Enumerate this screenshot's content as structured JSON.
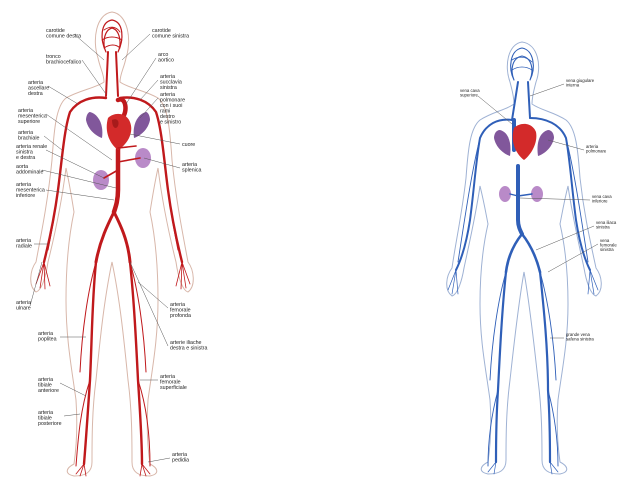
{
  "colors": {
    "artery": "#c0191c",
    "vein": "#2f5fb8",
    "body_outline_arterial": "#d8b7aa",
    "body_outline_venous": "#9fb2d4",
    "heart": "#d32a2a",
    "lung": "#6b3a8a",
    "kidney": "#b98ac8"
  },
  "arterial": {
    "left_labels": [
      {
        "id": "tronco",
        "lines": [
          "tronco",
          "brachiocefalico"
        ]
      },
      {
        "id": "succlavia-dx",
        "lines": [
          "arteria",
          "ascellare",
          "destra"
        ]
      },
      {
        "id": "mesenterica-sup",
        "lines": [
          "arteria",
          "mesenterica",
          "superiore"
        ]
      },
      {
        "id": "brachiale",
        "lines": [
          "arteria",
          "brachiale"
        ]
      },
      {
        "id": "renale",
        "lines": [
          "arteria renale",
          "sinistra",
          "e destra"
        ]
      },
      {
        "id": "aorta-addominale",
        "lines": [
          "aorta",
          "addominale"
        ]
      },
      {
        "id": "mesenterica-inf",
        "lines": [
          "arteria",
          "mesenterica",
          "inferiore"
        ]
      },
      {
        "id": "radiale",
        "lines": [
          "arteria",
          "radiale"
        ]
      },
      {
        "id": "ulnare",
        "lines": [
          "arteria",
          "ulnare"
        ]
      },
      {
        "id": "poplitea",
        "lines": [
          "arteria",
          "poplitea"
        ]
      },
      {
        "id": "tibiale-ant",
        "lines": [
          "arteria",
          "tibiale",
          "anteriore"
        ]
      },
      {
        "id": "tibiale-post",
        "lines": [
          "arteria",
          "tibiale",
          "posteriore"
        ]
      }
    ],
    "right_labels": [
      {
        "id": "carotide-sx",
        "lines": [
          "carotide",
          "comune sinistra"
        ]
      },
      {
        "id": "arco-aortico",
        "lines": [
          "arco",
          "aortico"
        ]
      },
      {
        "id": "succlavia-sx",
        "lines": [
          "arteria",
          "succlavia",
          "sinistra"
        ]
      },
      {
        "id": "polmonare",
        "lines": [
          "arteria",
          "polmonare",
          "con i suoi",
          "rami",
          "destro",
          "e sinistro"
        ]
      },
      {
        "id": "cuore",
        "lines": [
          "cuore"
        ]
      },
      {
        "id": "splenica",
        "lines": [
          "arteria",
          "splenica"
        ]
      },
      {
        "id": "femorale-prof",
        "lines": [
          "arteria",
          "femorale",
          "profonda"
        ]
      },
      {
        "id": "iliache",
        "lines": [
          "arterie iliache",
          "destra e sinistra"
        ]
      },
      {
        "id": "femorale-sup",
        "lines": [
          "arteria",
          "femorale",
          "superficiale"
        ]
      },
      {
        "id": "pedidia",
        "lines": [
          "arteria",
          "pedidia"
        ]
      }
    ],
    "top_left_label": {
      "id": "carotide-dx",
      "lines": [
        "carotide",
        "comune destra"
      ]
    }
  },
  "venous": {
    "left_labels": [
      {
        "id": "cava-sup",
        "lines": [
          "vena cava",
          "superiore"
        ]
      }
    ],
    "right_labels": [
      {
        "id": "giugulare",
        "lines": [
          "vena giugulare",
          "interna"
        ]
      },
      {
        "id": "arteria-polmonare",
        "lines": [
          "arteria",
          "polmonare"
        ]
      },
      {
        "id": "cava-inf",
        "lines": [
          "vena cava",
          "inferiore"
        ]
      },
      {
        "id": "iliaca",
        "lines": [
          "vena iliaca",
          "sinistra"
        ]
      },
      {
        "id": "femorale",
        "lines": [
          "vena",
          "femorale",
          "sinistra"
        ]
      },
      {
        "id": "safena",
        "lines": [
          "grande vena",
          "safena sinistra"
        ]
      }
    ]
  }
}
